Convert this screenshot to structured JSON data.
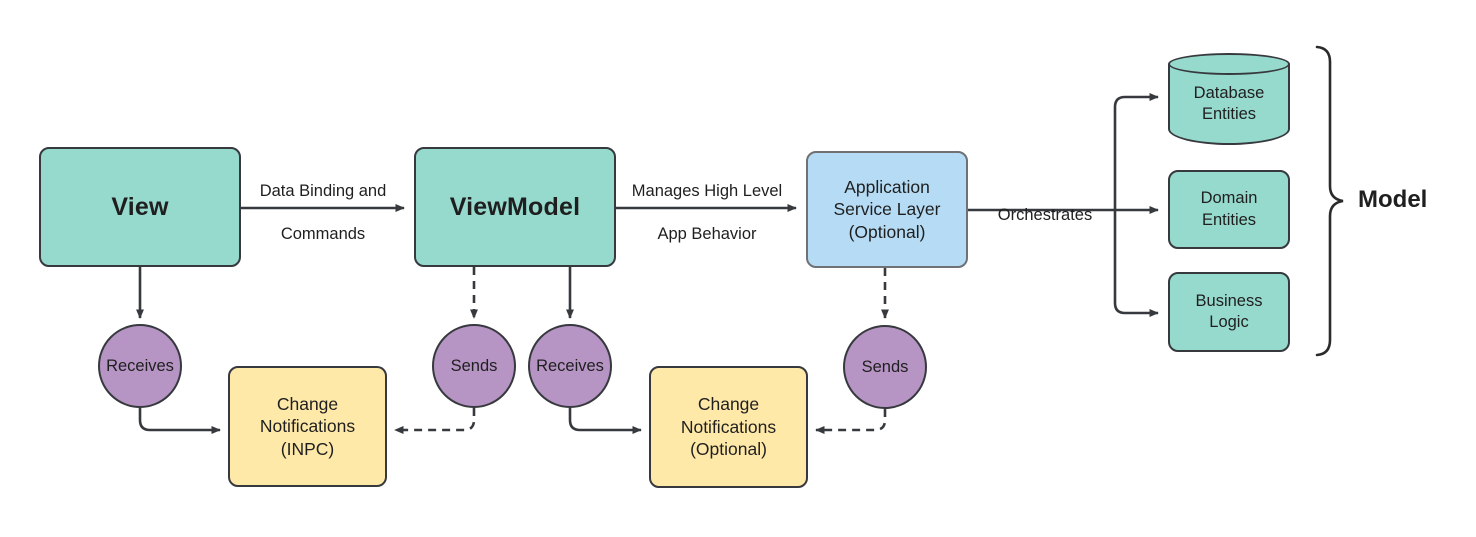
{
  "diagram": {
    "title": "MVVM Architecture Flow",
    "colors": {
      "teal": "#96d9cd",
      "blue": "#b6dcf5",
      "yellow": "#ffe9a8",
      "purple": "#b694c4",
      "stroke": "#36393d",
      "background": "#ffffff"
    }
  },
  "nodes": {
    "view": "View",
    "viewmodel": "ViewModel",
    "app_service": "Application\nService Layer\n(Optional)",
    "app_service_line1": "Application",
    "app_service_line2": "Service Layer",
    "app_service_line3": "(Optional)",
    "change_notifications_inpc_line1": "Change",
    "change_notifications_inpc_line2": "Notifications",
    "change_notifications_inpc_line3": "(INPC)",
    "change_notifications_optional_line1": "Change",
    "change_notifications_optional_line2": "Notifications",
    "change_notifications_optional_line3": "(Optional)",
    "database_entities_line1": "Database",
    "database_entities_line2": "Entities",
    "domain_entities_line1": "Domain",
    "domain_entities_line2": "Entities",
    "business_logic_line1": "Business",
    "business_logic_line2": "Logic",
    "model_bracket_label": "Model"
  },
  "circles": {
    "view_receives": "Receives",
    "viewmodel_sends": "Sends",
    "viewmodel_receives": "Receives",
    "app_service_sends": "Sends"
  },
  "edge_labels": {
    "view_to_viewmodel_line1": "Data Binding and",
    "view_to_viewmodel_line2": "Commands",
    "viewmodel_to_service_line1": "Manages High Level",
    "viewmodel_to_service_line2": "App Behavior",
    "service_to_model": "Orchestrates"
  }
}
